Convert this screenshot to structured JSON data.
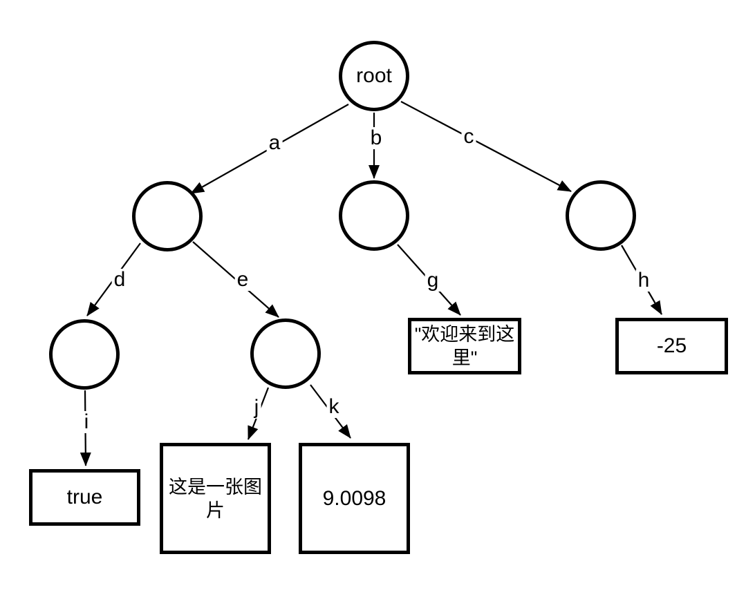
{
  "diagram": {
    "type": "tree",
    "colors": {
      "stroke": "#000000",
      "background": "#ffffff",
      "text": "#000000"
    },
    "root_label": "root",
    "edge_labels": {
      "a": "a",
      "b": "b",
      "c": "c",
      "d": "d",
      "e": "e",
      "g": "g",
      "h": "h",
      "i": "i",
      "j": "j",
      "k": "k"
    },
    "leaf_values": {
      "boolean": "true",
      "image_text": "这是一张图片",
      "number": "9.0098",
      "greeting": "\"欢迎来到这里\"",
      "negative_number": "-25"
    }
  }
}
